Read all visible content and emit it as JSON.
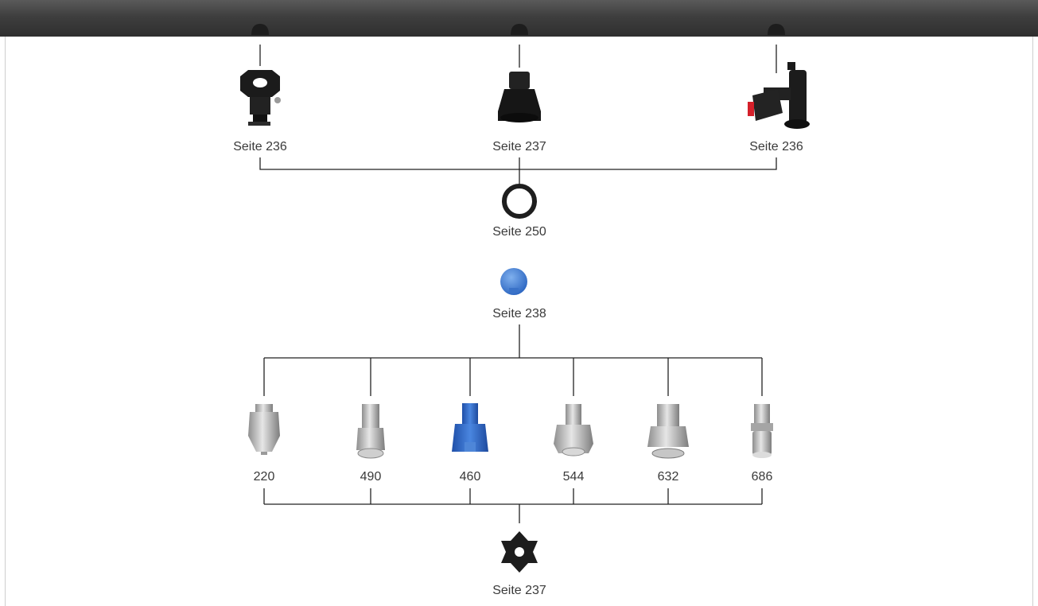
{
  "parts": {
    "clamp_left": "Seite 236",
    "adapter_center": "Seite 237",
    "clamp_right": "Seite 236",
    "seal_ring": "Seite 250",
    "ball_joint": "Seite 238",
    "key_tool": "Seite 237"
  },
  "nozzles": [
    "220",
    "490",
    "460",
    "544",
    "632",
    "686"
  ],
  "colors": {
    "pipe": "#3e3e3e",
    "connector_line": "#222222",
    "blue_part": "#2f6fd0",
    "steel_part": "#b8b8b8",
    "black_part": "#1c1c1c"
  }
}
